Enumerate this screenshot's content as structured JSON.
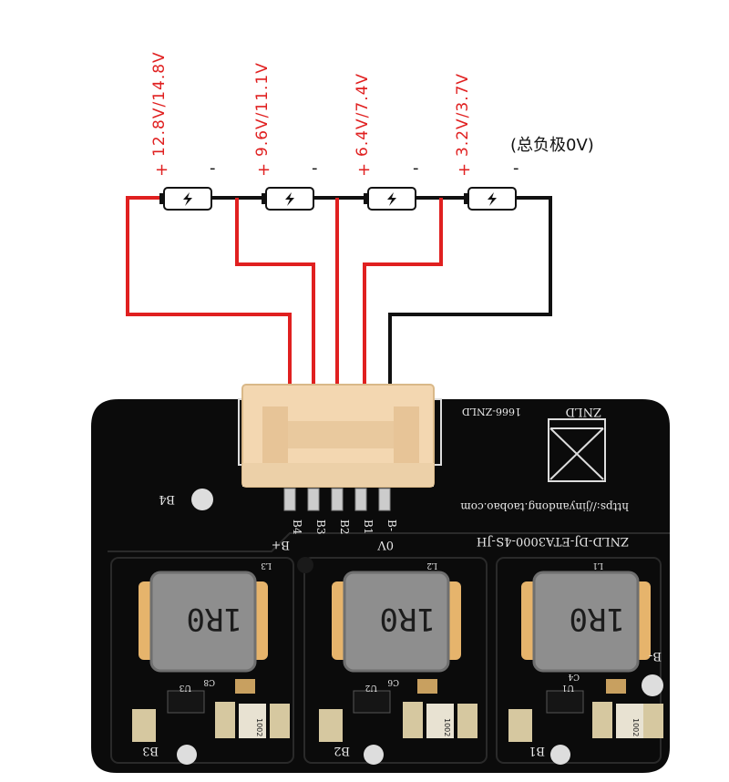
{
  "wiring": {
    "voltage_labels": [
      "12.8V/14.8V",
      "9.6V/11.1V",
      "6.4V/7.4V",
      "3.2V/3.7V"
    ],
    "plus_sign": "+",
    "minus_sign": "-",
    "negative_note": "(总负极0V)"
  },
  "pcb": {
    "model_text": "ZNLD-DJ-ETA3000-4S-JH",
    "url_text": "https://jinyandong.taobao.com",
    "part_text": "1666-ZNLD",
    "logo_text": "ZNLD",
    "pin_labels": [
      "B4",
      "B3",
      "B2",
      "B1",
      "B-"
    ],
    "bplus_label": "B+",
    "zero_v_label": "0V",
    "b4_label": "B4",
    "bminus_label": "B-",
    "inductor_marking": "1R0",
    "inductor_refs": [
      "L3",
      "L2",
      "L1"
    ],
    "ic_refs": [
      "U3",
      "U2",
      "U1"
    ],
    "cap_refs": [
      "C8",
      "C6",
      "C4"
    ],
    "resistor_marking": "1002",
    "bottom_labels": [
      "B3",
      "B2",
      "B1"
    ]
  },
  "colors": {
    "wire_red": "#e02020",
    "wire_black": "#111111",
    "board": "#0b0b0b",
    "connector": "#f3d7b1",
    "inductor": "#8e8e8e"
  }
}
